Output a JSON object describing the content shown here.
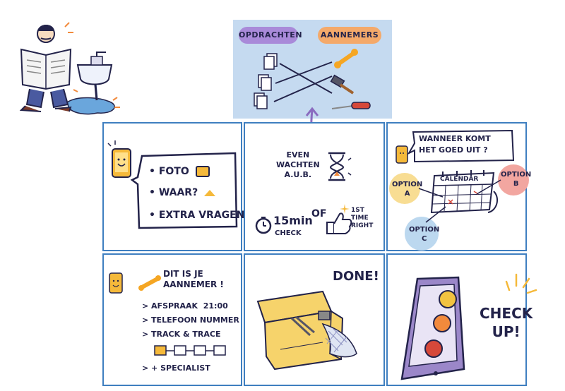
{
  "header": {
    "opdrachten": "OPDRACHTEN",
    "aannemers": "AANNEMERS"
  },
  "panel1": {
    "items": [
      "FOTO",
      "WAAR?",
      "EXTRA VRAGEN"
    ]
  },
  "panel2": {
    "wait_line1": "EVEN",
    "wait_line2": "WACHTEN",
    "wait_line3": "A.U.B.",
    "check_time": "15min",
    "check_label": "CHECK",
    "or": "OF",
    "first_time_1": "1ST",
    "first_time_2": "TIME",
    "first_time_3": "RIGHT"
  },
  "panel3": {
    "question_line1": "WANNEER KOMT",
    "question_line2": "HET GOED UIT ?",
    "calendar": "CALENDAR",
    "option_a_1": "OPTION",
    "option_a_2": "A",
    "option_b_1": "OPTION",
    "option_b_2": "B",
    "option_c_1": "OPTION",
    "option_c_2": "C"
  },
  "panel4": {
    "title_line1": "DIT IS JE",
    "title_line2": "AANNEMER !",
    "items": [
      "> AFSPRAAK  21:00",
      "> TELEFOON NUMMER",
      "> TRACK & TRACE"
    ],
    "specialist": "> + SPECIALIST"
  },
  "panel5": {
    "done": "DONE!"
  },
  "panel6": {
    "check_line1": "CHECK",
    "check_line2": "UP!"
  },
  "colors": {
    "panel_border": "#3f7fc0",
    "ink": "#23234a",
    "header_bg": "#c5daf0",
    "opdrachten_tag": "#a98ad9",
    "aannemers_tag": "#f4a96a",
    "phone": "#f5b93a",
    "tablet": "#9b87c9",
    "toolbox": "#f6d36b",
    "green_face": "#f2c341",
    "amber_face": "#f28a3c",
    "red_face": "#d6483a"
  }
}
